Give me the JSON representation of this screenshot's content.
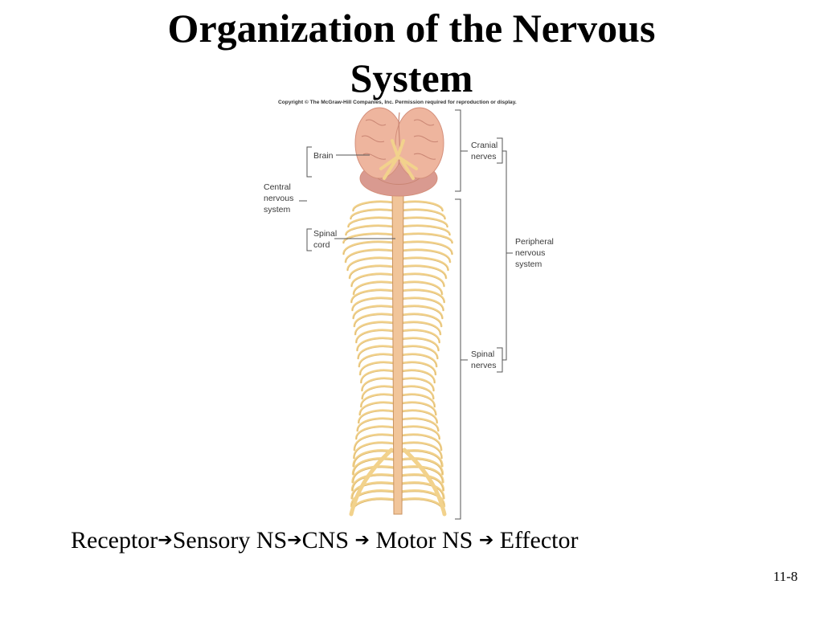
{
  "slide": {
    "title_line1": "Organization of the Nervous",
    "title_line2": "System",
    "copyright": "Copyright © The McGraw-Hill Companies, Inc. Permission required for reproduction or display.",
    "page_number": "11-8"
  },
  "figure": {
    "labels": {
      "brain": "Brain",
      "cns_line1": "Central",
      "cns_line2": "nervous",
      "cns_line3": "system",
      "spinal_cord_line1": "Spinal",
      "spinal_cord_line2": "cord",
      "cranial_line1": "Cranial",
      "cranial_line2": "nerves",
      "pns_line1": "Peripheral",
      "pns_line2": "nervous",
      "pns_line3": "system",
      "spinal_nerves_line1": "Spinal",
      "spinal_nerves_line2": "nerves"
    },
    "colors": {
      "brain": "#eeb59e",
      "brain_shadow": "#d48f7b",
      "cerebellum": "#d99a90",
      "cord": "#f1c59a",
      "nerve": "#f2d28c",
      "nerve_edge": "#caa35a",
      "bracket": "#555555"
    }
  },
  "flow": {
    "receptor": "Receptor",
    "sensory": "Sensory NS",
    "cns": "CNS",
    "motor": "Motor NS",
    "effector": "Effector",
    "arrow": "➔"
  }
}
